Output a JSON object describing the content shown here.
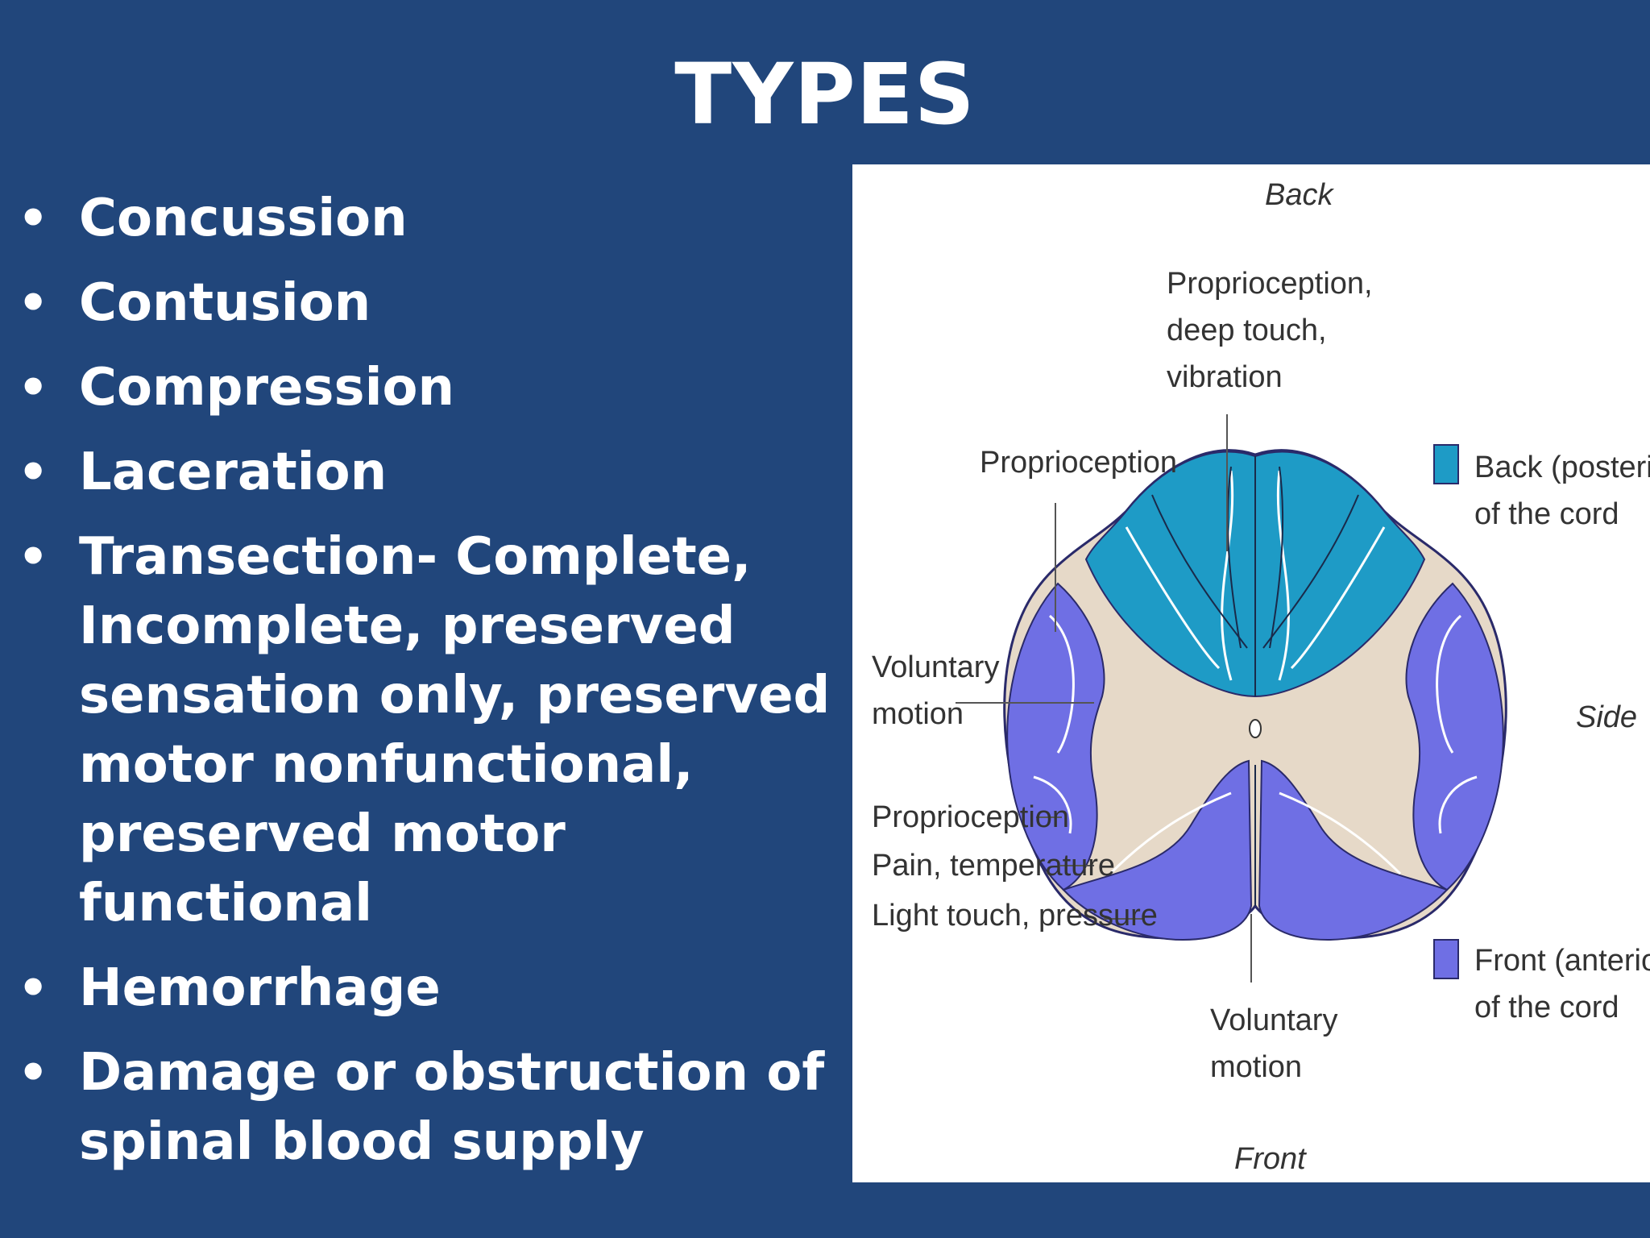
{
  "slide": {
    "title": "TYPES",
    "bullets": [
      {
        "text": "Concussion"
      },
      {
        "text": "Contusion"
      },
      {
        "text": "Compression"
      },
      {
        "text": "Laceration"
      },
      {
        "text": "Transection- Complete, Incomplete, preserved sensation only, preserved motor nonfunctional, preserved motor functional"
      },
      {
        "text": "Hemorrhage"
      },
      {
        "text": "Damage or obstruction of spinal blood supply"
      }
    ]
  },
  "diagram": {
    "labels": {
      "back": "Back",
      "front": "Front",
      "side": "Side",
      "proprio_deep_1": "Proprioception,",
      "proprio_deep_2": "deep touch,",
      "proprio_deep_3": "vibration",
      "proprioception_top": "Proprioception",
      "voluntary_left_1": "Voluntary",
      "voluntary_left_2": "motion",
      "proprioception_bottom": "Proprioception",
      "pain_temp": "Pain, temperature",
      "light_touch": "Light touch, pressure",
      "voluntary_bottom_1": "Voluntary",
      "voluntary_bottom_2": "motion"
    },
    "legend": [
      {
        "line1": "Back (posterior)",
        "line2": "of the cord",
        "color": "#1E9BC6"
      },
      {
        "line1": "Front (anterior)",
        "line2": "of the cord",
        "color": "#6F6FE4"
      }
    ],
    "colors": {
      "posterior": "#1E9BC6",
      "anterior": "#6F6FE4",
      "gray_matter": "#E6D9C8"
    }
  }
}
